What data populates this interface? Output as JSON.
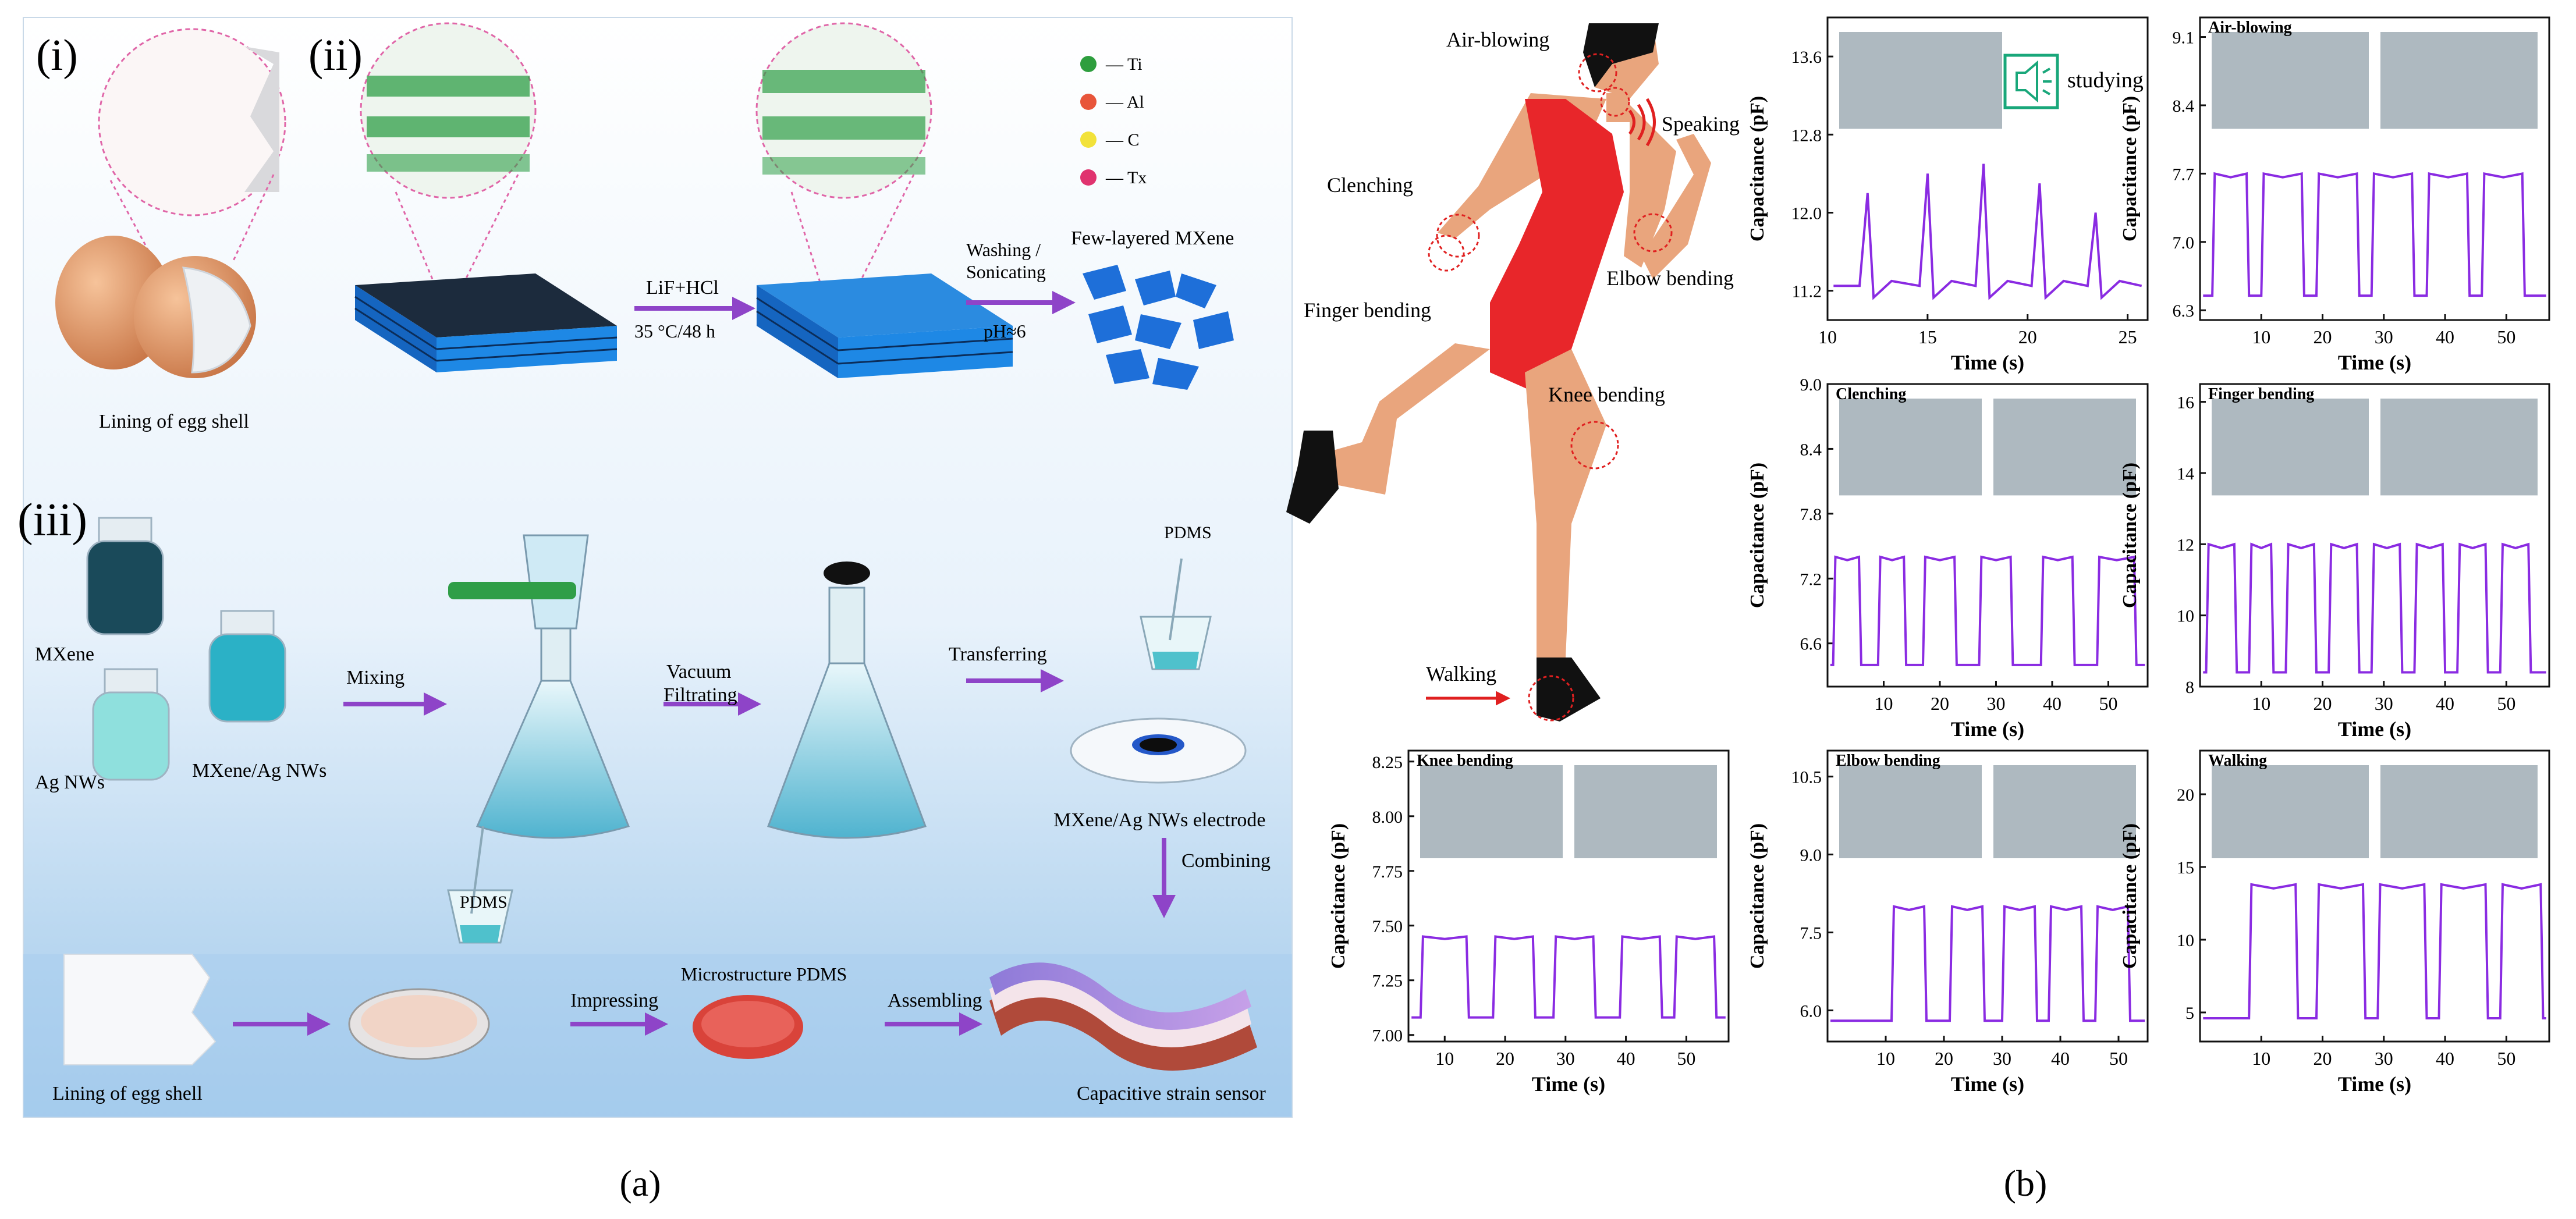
{
  "colors": {
    "signal": "#8a2be2",
    "accent_arrow": "#8e44c8",
    "mxene_blue": "#1e6fd9",
    "body_red": "#e8262a",
    "skin": "#e9a57d"
  },
  "panel_a": {
    "caption": "(a)",
    "labels": {
      "i": "(i)",
      "ii": "(ii)",
      "iii": "(iii)"
    },
    "legend": [
      {
        "symbol": "Ti",
        "color": "#2e9e3e"
      },
      {
        "symbol": "Al",
        "color": "#e8553a"
      },
      {
        "symbol": "C",
        "color": "#f2e23a"
      },
      {
        "symbol": "Tx",
        "color": "#e0336f"
      }
    ],
    "text": {
      "lining_top": "Lining of egg shell",
      "lif": "LiF+HCl",
      "temp": "35 °C/48 h",
      "washing": "Washing /",
      "sonicating": "Sonicating",
      "ph": "pH≈6",
      "few_layered": "Few-layered MXene",
      "mxene": "MXene",
      "agnws": "Ag NWs",
      "mxene_ag": "MXene/Ag NWs",
      "mixing": "Mixing",
      "vacuum": "Vacuum",
      "filtrating": "Filtrating",
      "transferring": "Transferring",
      "pdms1": "PDMS",
      "pdms2": "PDMS",
      "electrode": "MXene/Ag NWs electrode",
      "combining": "Combining",
      "micro": "Microstructure PDMS",
      "impressing": "Impressing",
      "assembling": "Assembling",
      "lining_bottom": "Lining of egg shell",
      "sensor": "Capacitive strain sensor"
    }
  },
  "panel_b": {
    "caption": "(b)",
    "body_labels": {
      "air_blowing": "Air-blowing",
      "speaking": "Speaking",
      "clenching": "Clenching",
      "finger": "Finger bending",
      "elbow": "Elbow bending",
      "knee": "Knee bending",
      "walking": "Walking"
    },
    "y_axis_label": "Capacitance (pF)",
    "x_axis_label": "Time (s)",
    "speaker_text": "studying"
  },
  "chart_data": [
    {
      "id": "studying",
      "type": "line",
      "title": "",
      "xlabel": "Time (s)",
      "ylabel": "Capacitance (pF)",
      "xlim": [
        10,
        26
      ],
      "ylim": [
        10.9,
        14.0
      ],
      "xticks": [
        10,
        15,
        20,
        25
      ],
      "yticks": [
        11.2,
        12.0,
        12.8,
        13.6
      ],
      "pattern": "spikes",
      "baseline": 11.25,
      "peaks": [
        {
          "x": 12.0,
          "y": 12.2
        },
        {
          "x": 15.0,
          "y": 12.4
        },
        {
          "x": 17.8,
          "y": 12.5
        },
        {
          "x": 20.6,
          "y": 12.3
        },
        {
          "x": 23.4,
          "y": 12.0
        }
      ]
    },
    {
      "id": "air_blowing",
      "type": "line",
      "title": "Air-blowing",
      "xlabel": "Time (s)",
      "ylabel": "Capacitance (pF)",
      "xlim": [
        0,
        57
      ],
      "ylim": [
        6.2,
        9.3
      ],
      "xticks": [
        10,
        20,
        30,
        40,
        50
      ],
      "yticks": [
        6.3,
        7.0,
        7.7,
        8.4,
        9.1
      ],
      "pattern": "square",
      "low": 6.45,
      "high": 7.7,
      "pulses": [
        [
          2,
          8
        ],
        [
          10,
          17
        ],
        [
          19,
          26
        ],
        [
          28,
          35
        ],
        [
          37,
          44
        ],
        [
          46,
          53
        ]
      ]
    },
    {
      "id": "clenching",
      "type": "line",
      "title": "Clenching",
      "xlabel": "Time (s)",
      "ylabel": "Capacitance (pF)",
      "xlim": [
        0,
        57
      ],
      "ylim": [
        6.2,
        9.0
      ],
      "xticks": [
        10,
        20,
        30,
        40,
        50
      ],
      "yticks": [
        6.6,
        7.2,
        7.8,
        8.4,
        9.0
      ],
      "pattern": "square",
      "low": 6.4,
      "high": 7.4,
      "pulses": [
        [
          1,
          6
        ],
        [
          9,
          14
        ],
        [
          17,
          23
        ],
        [
          27,
          33
        ],
        [
          38,
          44
        ],
        [
          48,
          55
        ]
      ]
    },
    {
      "id": "finger_bending",
      "type": "line",
      "title": "Finger bending",
      "xlabel": "Time (s)",
      "ylabel": "Capacitance (pF)",
      "xlim": [
        0,
        57
      ],
      "ylim": [
        8,
        16.5
      ],
      "xticks": [
        10,
        20,
        30,
        40,
        50
      ],
      "yticks": [
        8,
        10,
        12,
        14,
        16
      ],
      "pattern": "square",
      "low": 8.4,
      "high": 12.0,
      "pulses": [
        [
          1,
          6
        ],
        [
          8,
          12
        ],
        [
          14,
          19
        ],
        [
          21,
          26
        ],
        [
          28,
          33
        ],
        [
          35,
          40
        ],
        [
          42,
          47
        ],
        [
          49,
          54
        ]
      ]
    },
    {
      "id": "knee_bending",
      "type": "line",
      "title": "Knee bending",
      "xlabel": "Time (s)",
      "ylabel": "Capacitance (pF)",
      "xlim": [
        4,
        57
      ],
      "ylim": [
        6.97,
        8.3
      ],
      "xticks": [
        10,
        20,
        30,
        40,
        50
      ],
      "yticks": [
        7.0,
        7.25,
        7.5,
        7.75,
        8.0,
        8.25
      ],
      "pattern": "square",
      "low": 7.08,
      "high": 7.45,
      "pulses": [
        [
          6,
          14
        ],
        [
          18,
          25
        ],
        [
          28,
          35
        ],
        [
          39,
          46
        ],
        [
          48,
          55
        ]
      ]
    },
    {
      "id": "elbow_bending",
      "type": "line",
      "title": "Elbow bending",
      "xlabel": "Time (s)",
      "ylabel": "Capacitance (pF)",
      "xlim": [
        0,
        55
      ],
      "ylim": [
        5.4,
        11.0
      ],
      "xticks": [
        10,
        20,
        30,
        40,
        50
      ],
      "yticks": [
        6.0,
        7.5,
        9.0,
        10.5
      ],
      "pattern": "square",
      "low": 5.8,
      "high": 8.0,
      "pulses": [
        [
          11,
          17
        ],
        [
          21,
          27
        ],
        [
          30,
          36
        ],
        [
          38,
          44
        ],
        [
          46,
          52
        ]
      ]
    },
    {
      "id": "walking",
      "type": "line",
      "title": "Walking",
      "xlabel": "Time (s)",
      "ylabel": "Capacitance (pF)",
      "xlim": [
        0,
        57
      ],
      "ylim": [
        3,
        23
      ],
      "xticks": [
        10,
        20,
        30,
        40,
        50
      ],
      "yticks": [
        5,
        10,
        15,
        20
      ],
      "pattern": "square",
      "low": 4.6,
      "high": 13.8,
      "pulses": [
        [
          8,
          16
        ],
        [
          19,
          27
        ],
        [
          29,
          37
        ],
        [
          39,
          47
        ],
        [
          49,
          56
        ]
      ]
    }
  ]
}
